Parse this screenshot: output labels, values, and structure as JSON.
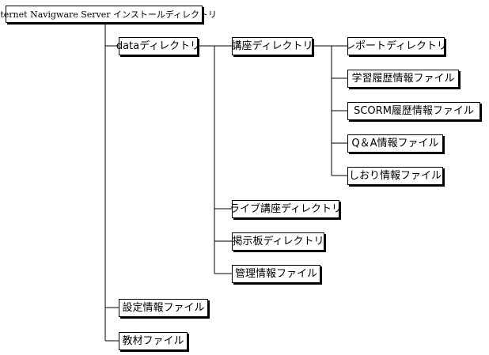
{
  "tree": {
    "root": "Internet Navigware Server インストールディレクトリ",
    "data_dir": "dataディレクトリ",
    "course_dir": "講座ディレクトリ",
    "report_dir": "レポートディレクトリ",
    "learning_history_file": "学習履歴情報ファイル",
    "scorm_history_file": "SCORM履歴情報ファイル",
    "qa_file": "Q＆A情報ファイル",
    "bookmark_file": "しおり情報ファイル",
    "live_course_dir": "ライブ講座ディレクトリ",
    "bulletin_dir": "掲示板ディレクトリ",
    "admin_file": "管理情報ファイル",
    "settings_file": "設定情報ファイル",
    "material_file": "教材ファイル"
  }
}
